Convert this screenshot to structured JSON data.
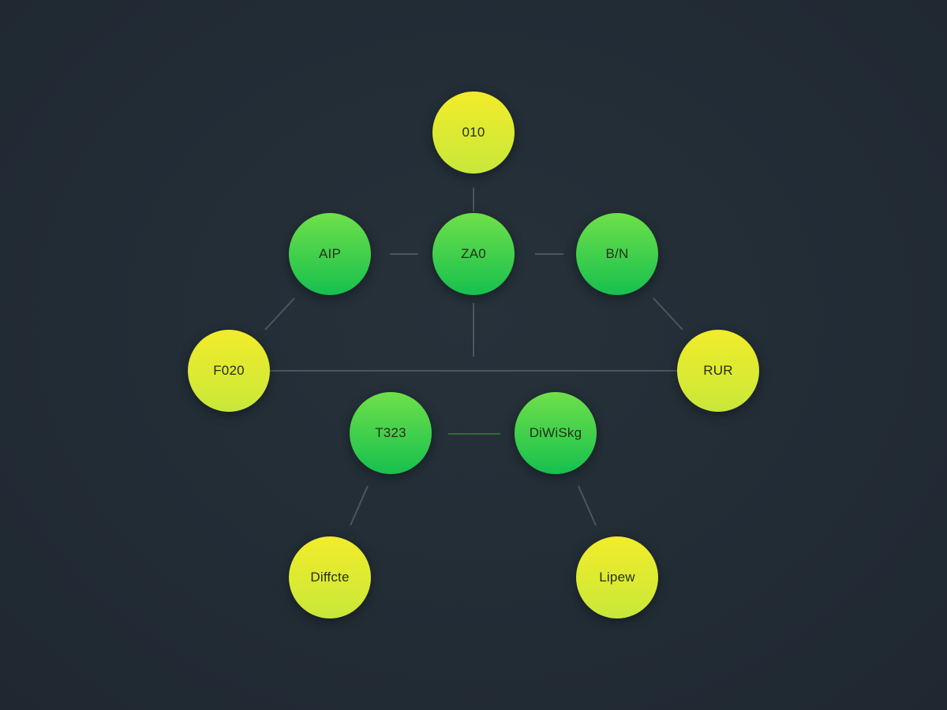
{
  "diagram": {
    "colors": {
      "background": "#232d36",
      "edge": "#4a565e",
      "yellow_node": "#e6ea30",
      "green_node": "#3ed04c"
    },
    "nodes": [
      {
        "id": "n-top",
        "label": "010",
        "color": "yellow"
      },
      {
        "id": "n-left",
        "label": "AIP",
        "color": "green"
      },
      {
        "id": "n-center",
        "label": "ZA0",
        "color": "green"
      },
      {
        "id": "n-right",
        "label": "B/N",
        "color": "green"
      },
      {
        "id": "n-far-left",
        "label": "F020",
        "color": "yellow"
      },
      {
        "id": "n-far-right",
        "label": "RUR",
        "color": "yellow"
      },
      {
        "id": "n-lower-left",
        "label": "T323",
        "color": "green"
      },
      {
        "id": "n-lower-right",
        "label": "DiWiSkg",
        "color": "green"
      },
      {
        "id": "n-bottom-left",
        "label": "Diffcte",
        "color": "yellow"
      },
      {
        "id": "n-bottom-right",
        "label": "Lipew",
        "color": "yellow"
      }
    ],
    "edges": [
      {
        "from": "n-top",
        "to": "n-center"
      },
      {
        "from": "n-left",
        "to": "n-center"
      },
      {
        "from": "n-center",
        "to": "n-right"
      },
      {
        "from": "n-left",
        "to": "n-far-left"
      },
      {
        "from": "n-right",
        "to": "n-far-right"
      },
      {
        "from": "n-center",
        "to": "horizontal-line"
      },
      {
        "from": "n-far-left",
        "to": "n-far-right"
      },
      {
        "from": "n-lower-left",
        "to": "n-lower-right"
      },
      {
        "from": "n-lower-left",
        "to": "n-bottom-left"
      },
      {
        "from": "n-lower-right",
        "to": "n-bottom-right"
      }
    ]
  }
}
